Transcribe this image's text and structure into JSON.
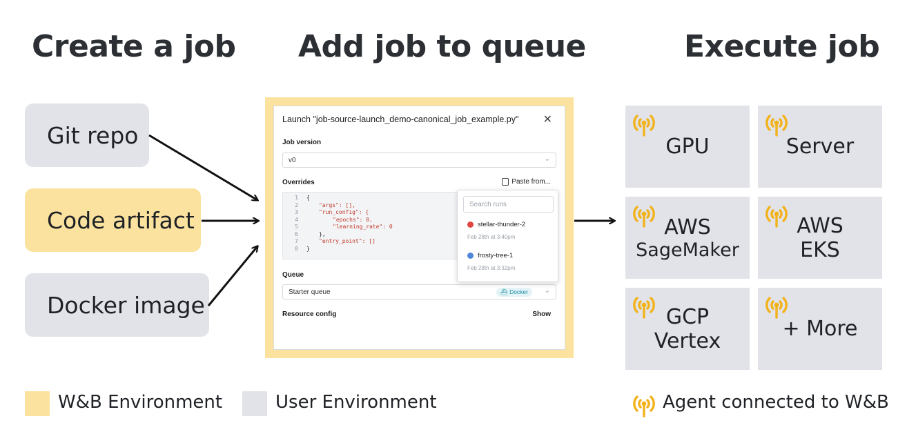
{
  "headings": {
    "create": "Create a job",
    "queue": "Add job to queue",
    "execute": "Execute job"
  },
  "sources": {
    "git": "Git repo",
    "artifact": "Code artifact",
    "docker": "Docker image"
  },
  "modal": {
    "title": "Launch \"job-source-launch_demo-canonical_job_example.py\"",
    "close": "✕",
    "job_version_label": "Job version",
    "job_version_value": "v0",
    "overrides_label": "Overrides",
    "paste_label": "Paste from...",
    "code_lines": [
      {
        "num": "1",
        "text": "{"
      },
      {
        "num": "2",
        "text": "\"args\": [],"
      },
      {
        "num": "3",
        "text": "\"run_config\": {"
      },
      {
        "num": "4",
        "text": "\"epochs\": 0,"
      },
      {
        "num": "5",
        "text": "\"learning_rate\": 0"
      },
      {
        "num": "6",
        "text": "},"
      },
      {
        "num": "7",
        "text": "\"entry_point\": []"
      },
      {
        "num": "8",
        "text": "}"
      }
    ],
    "search_placeholder": "Search runs",
    "runs": [
      {
        "name": "stellar-thunder-2",
        "date": "Feb 28th at 3:40pm",
        "color": "#e0463f"
      },
      {
        "name": "frosty-tree-1",
        "date": "Feb 28th at 3:32pm",
        "color": "#4f86d8"
      }
    ],
    "queue_label": "Queue",
    "queue_value": "Starter queue",
    "docker_badge": "Docker",
    "resource_label": "Resource config",
    "show_label": "Show"
  },
  "targets": {
    "gpu": "GPU",
    "server": "Server",
    "aws_sm_1": "AWS",
    "aws_sm_2": "SageMaker",
    "aws_eks_1": "AWS",
    "aws_eks_2": "EKS",
    "gcp_1": "GCP",
    "gcp_2": "Vertex",
    "more": "+ More"
  },
  "legend": {
    "wb": "W&B Environment",
    "user": "User Environment",
    "agent": "Agent connected to W&B"
  },
  "colors": {
    "wb_yellow": "#fbe29f",
    "user_gray": "#e2e3e8",
    "antenna": "#f2b21b"
  }
}
